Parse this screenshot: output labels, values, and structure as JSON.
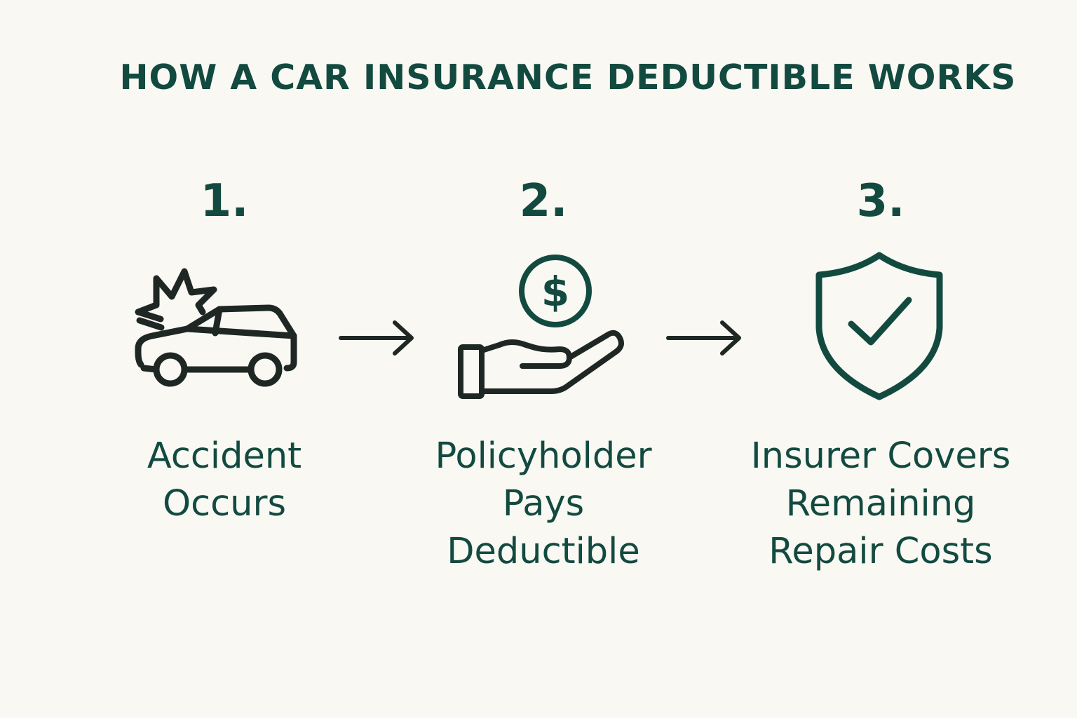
{
  "title": "HOW A CAR INSURANCE DEDUCTIBLE WORKS",
  "steps": [
    {
      "number": "1.",
      "label": "Accident\nOccurs",
      "icon": "car-crash-icon"
    },
    {
      "number": "2.",
      "label": "Policyholder\nPays\nDeductible",
      "icon": "hand-dollar-icon"
    },
    {
      "number": "3.",
      "label": "Insurer Covers\nRemaining\nRepair Costs",
      "icon": "shield-check-icon"
    }
  ],
  "connectors": [
    "arrow-right-icon",
    "arrow-right-icon"
  ],
  "colors": {
    "background": "#f9f8f3",
    "text": "#134a40",
    "accident_icon": "#1e2723",
    "accent_icon": "#134a40"
  }
}
